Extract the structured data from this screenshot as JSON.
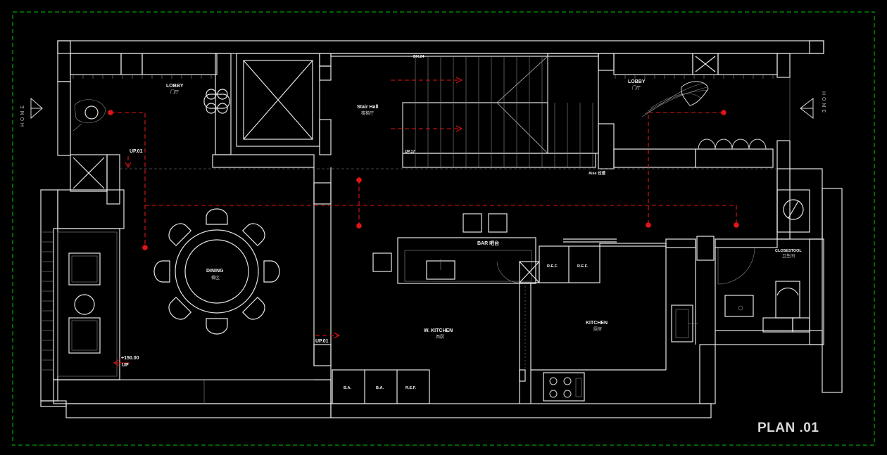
{
  "plan": {
    "title": "PLAN .01",
    "home_left": "HOME",
    "home_right": "HOME"
  },
  "rooms": {
    "lobby_left": {
      "en": "LOBBY",
      "cn": "门厅"
    },
    "lobby_right": {
      "en": "LOBBY",
      "cn": "门厅"
    },
    "stair_hall": {
      "en": "Stair Hall",
      "cn": "楼梯厅"
    },
    "dining": {
      "en": "DINING",
      "cn": "餐区"
    },
    "bar": {
      "label": "BAR 吧台"
    },
    "w_kitchen": {
      "en": "W. KITCHEN",
      "cn": "西厨"
    },
    "kitchen": {
      "en": "KITCHEN",
      "cn": "厨房"
    },
    "closet": {
      "en": "CLOSESTOOL",
      "cn": "卫生间"
    },
    "aisle": {
      "label": "Aise 过道"
    }
  },
  "annotations": {
    "dn": "DN.24",
    "up_stair": "UP.17",
    "up_left": "UP.01",
    "up_center": "UP.01",
    "level": "+150.00",
    "up_level": "UP"
  },
  "appliances": {
    "ref_1": "R.E.F.",
    "ref_2": "R.E.F.",
    "ref_3": "R.E.F.",
    "ba_1": "B.A.",
    "ba_2": "B.A."
  },
  "colors": {
    "background": "#000000",
    "walls": "#e6e6e6",
    "route": "#e01515",
    "border": "#00c800",
    "accent": "#2233ff"
  }
}
